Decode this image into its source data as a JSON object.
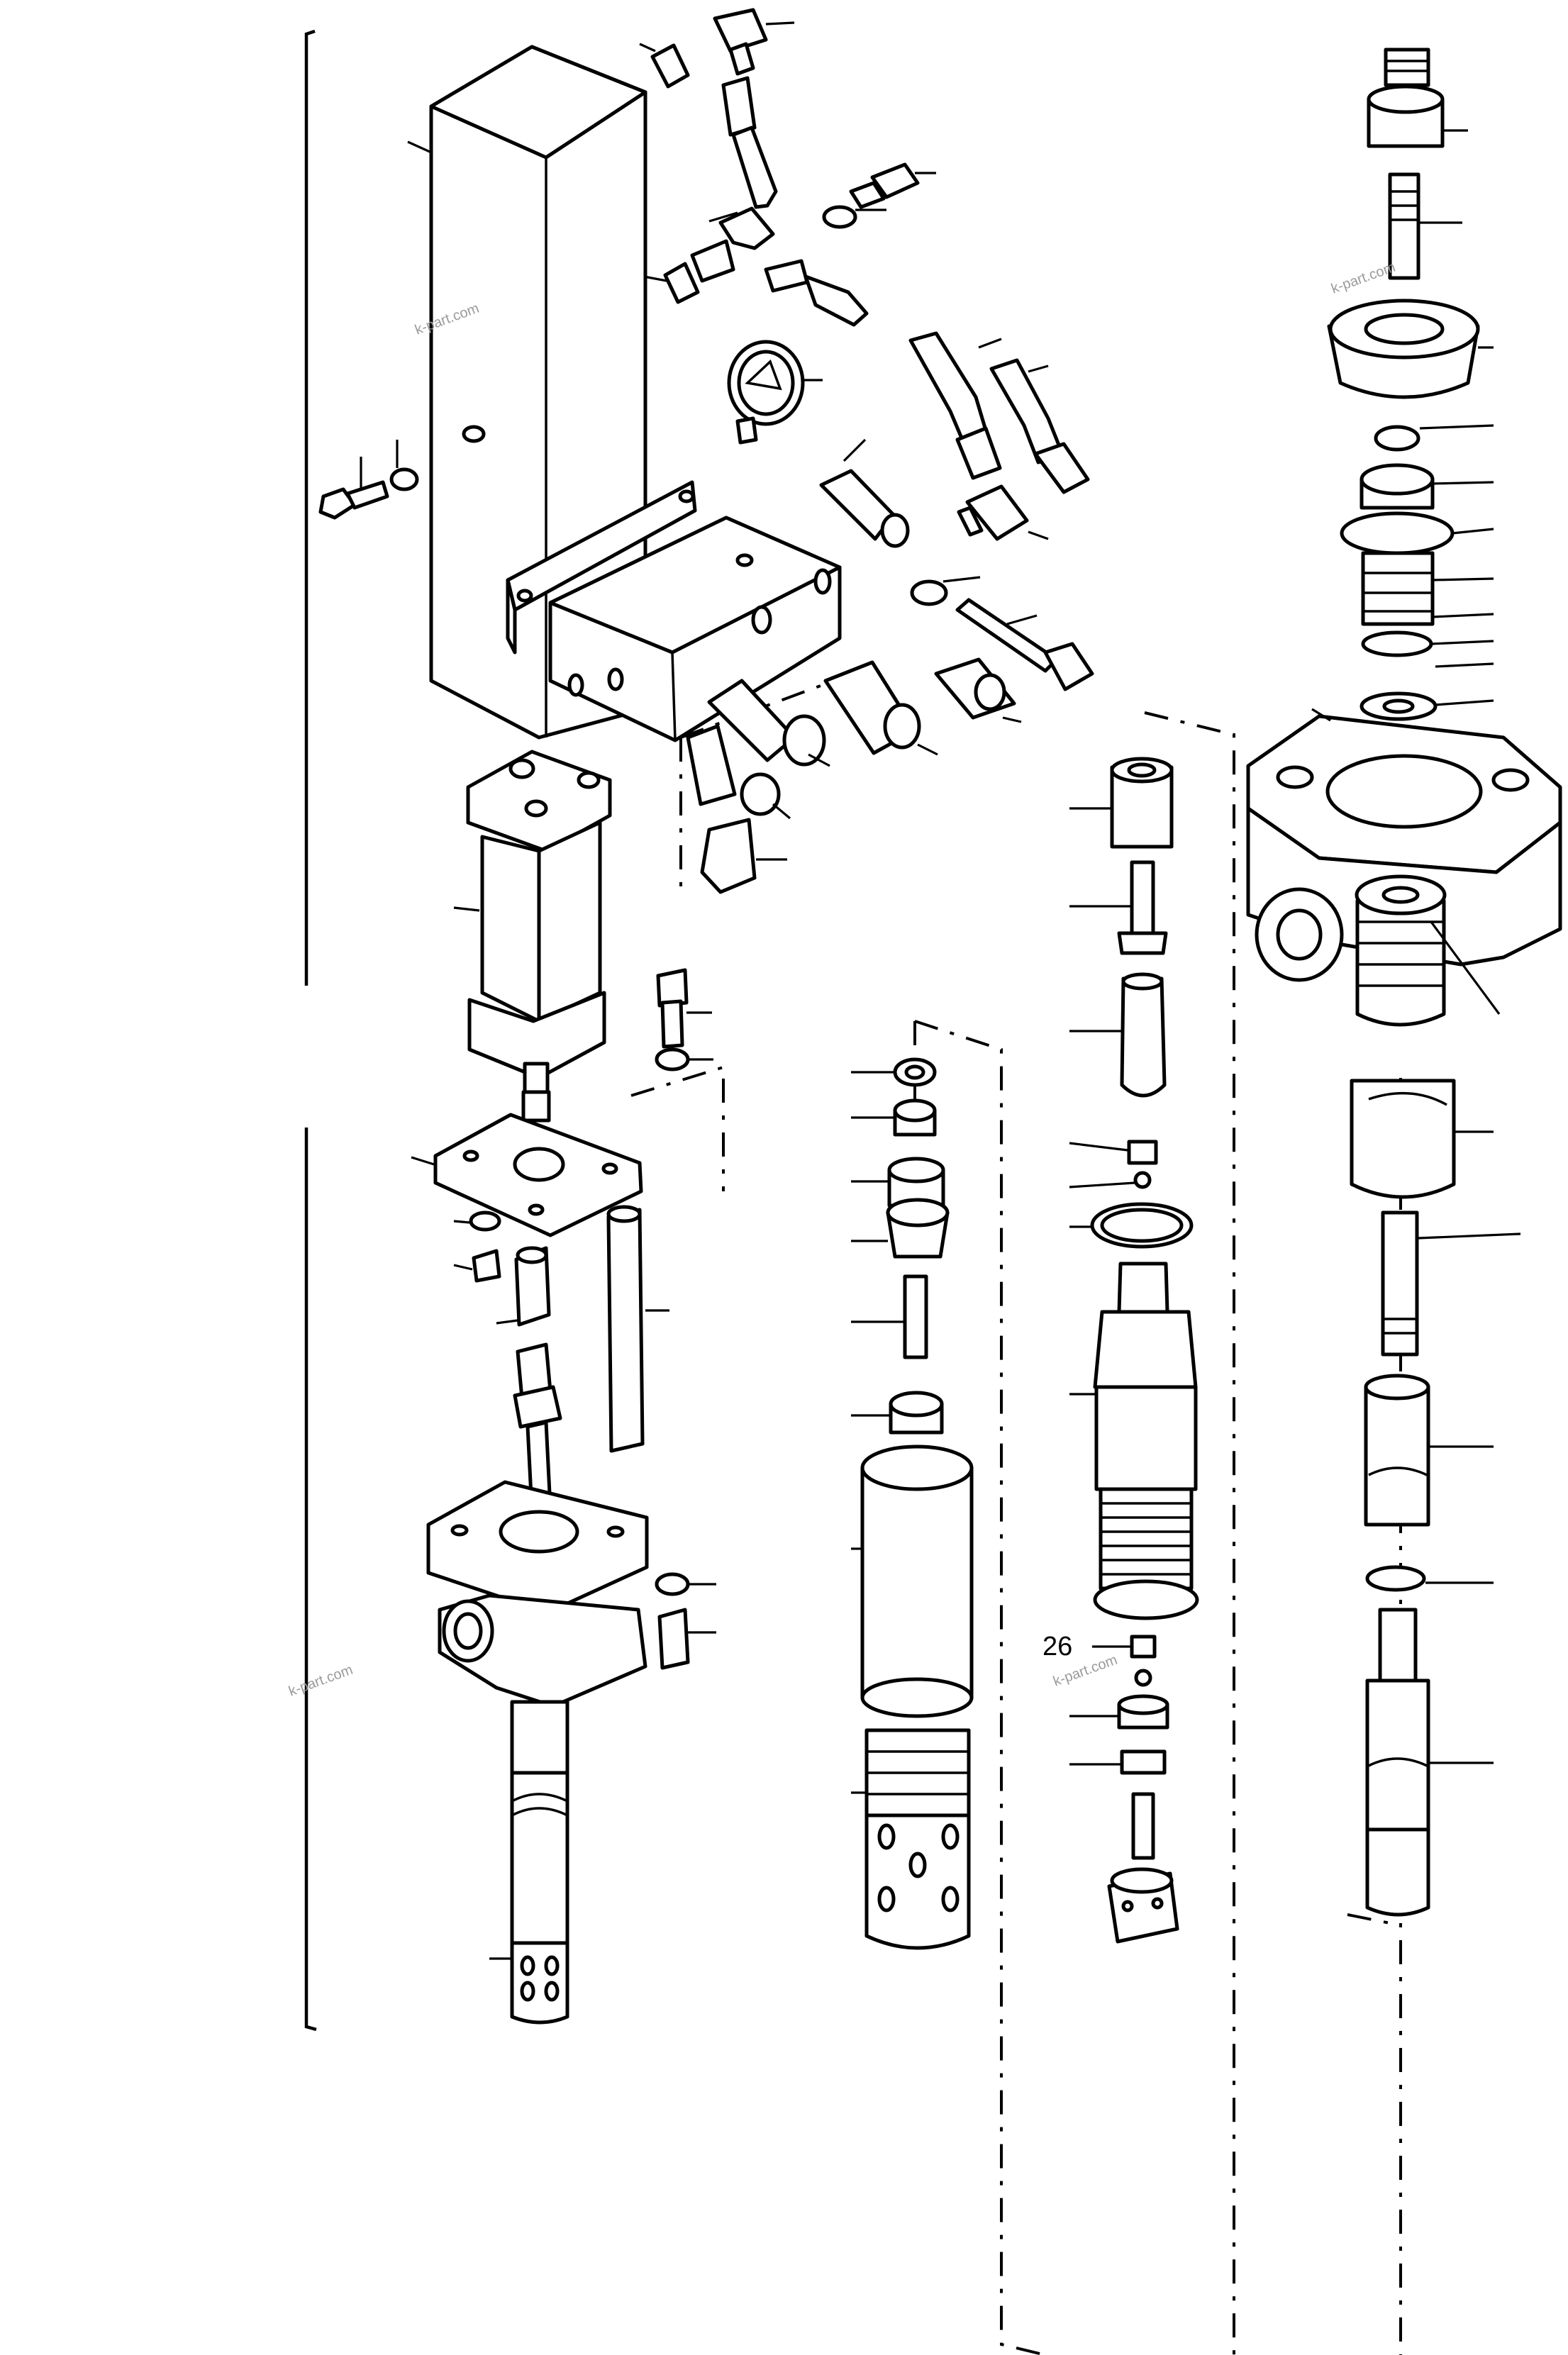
{
  "diagram": {
    "callout_label": "26",
    "watermarks": [
      "k-part.com",
      "k-part.com",
      "k-part.com",
      "k-part.com"
    ]
  }
}
